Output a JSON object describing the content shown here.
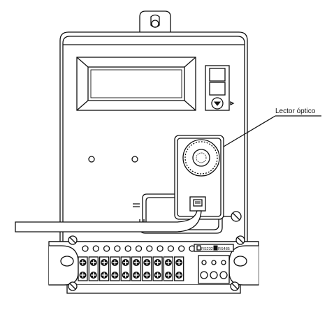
{
  "labels": {
    "optical_reader": "Lector óptico"
  },
  "terminals": {
    "comm_labels": [
      "RS232",
      "RS485"
    ],
    "power_terminal_count": 10
  }
}
